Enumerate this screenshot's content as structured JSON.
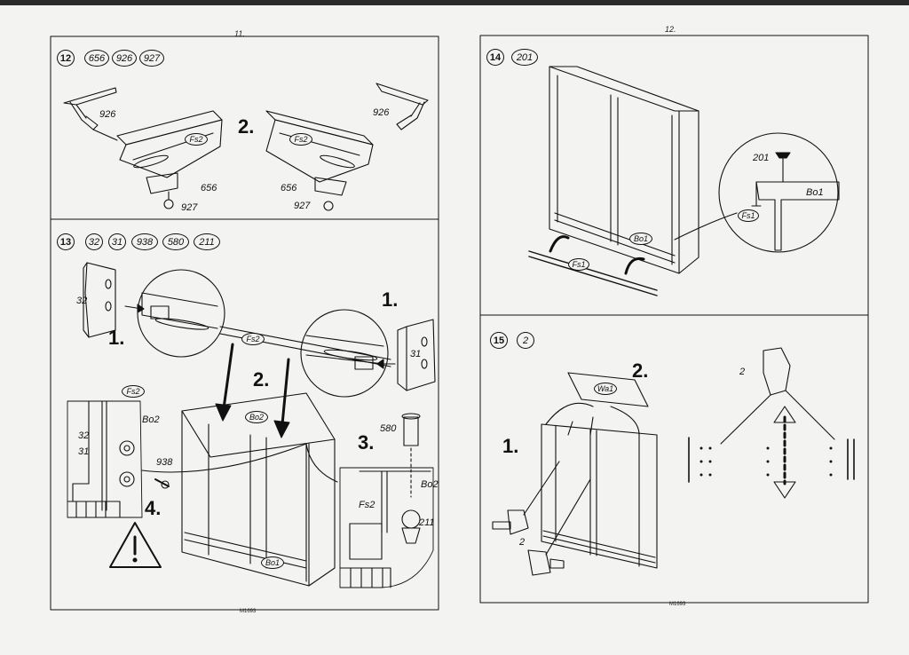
{
  "pages": {
    "left_number": "11.",
    "right_number": "12.",
    "left_footer": "M1693",
    "right_footer": "M1693"
  },
  "step12": {
    "number": "12",
    "parts": [
      "656",
      "926",
      "927"
    ],
    "order": "2.",
    "left": {
      "a": "926",
      "b": "Fs2",
      "c": "656",
      "d": "927"
    },
    "right": {
      "a": "926",
      "b": "Fs2",
      "c": "656",
      "d": "927"
    }
  },
  "step13": {
    "number": "13",
    "parts": [
      "32",
      "31",
      "938",
      "580",
      "211"
    ],
    "order1_left": "1.",
    "order1_right": "1.",
    "order2": "2.",
    "order3": "3.",
    "order4": "4.",
    "labels": {
      "p32_top": "32",
      "fs2_rail": "Fs2",
      "p31_right": "31",
      "fs2_detail": "Fs2",
      "bo2_detail": "Bo2",
      "p32_detail": "32",
      "p31_detail": "31",
      "p938": "938",
      "bo2_cabinet": "Bo2",
      "bo1_cabinet": "Bo1",
      "p580": "580",
      "bo2_right": "Bo2",
      "fs2_right": "Fs2",
      "p211": "211"
    },
    "warning_icon": "warning-triangle-icon"
  },
  "step14": {
    "number": "14",
    "parts": [
      "201"
    ],
    "labels": {
      "p201": "201",
      "bo1_detail": "Bo1",
      "fs1_detail": "Fs1",
      "bo1_cabinet": "Bo1",
      "fs1_rail": "Fs1"
    }
  },
  "step15": {
    "number": "15",
    "parts": [
      "2"
    ],
    "order1": "1.",
    "order2": "2.",
    "labels": {
      "wa1": "Wa1",
      "p2_left": "2",
      "p2_right": "2"
    }
  }
}
